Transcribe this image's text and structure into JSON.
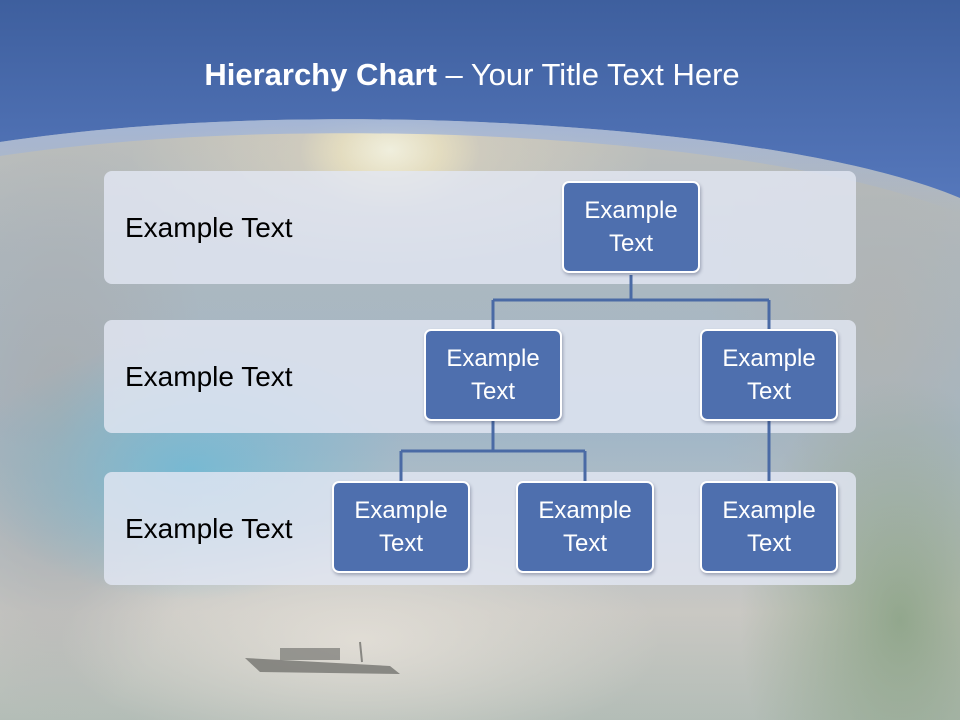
{
  "slide": {
    "title_bold": "Hierarchy Chart",
    "title_rest": " – Your Title Text Here"
  },
  "levels": [
    {
      "label": "Example Text"
    },
    {
      "label": "Example Text"
    },
    {
      "label": "Example Text"
    }
  ],
  "nodes": {
    "root": "Example Text",
    "level2_left": "Example Text",
    "level2_right": "Example Text",
    "level3_left": "Example Text",
    "level3_middle": "Example Text",
    "level3_right": "Example Text"
  },
  "colors": {
    "header_blue": "#4a6db0",
    "box_fill": "#4e6fae",
    "connector": "#4a6aa5"
  }
}
